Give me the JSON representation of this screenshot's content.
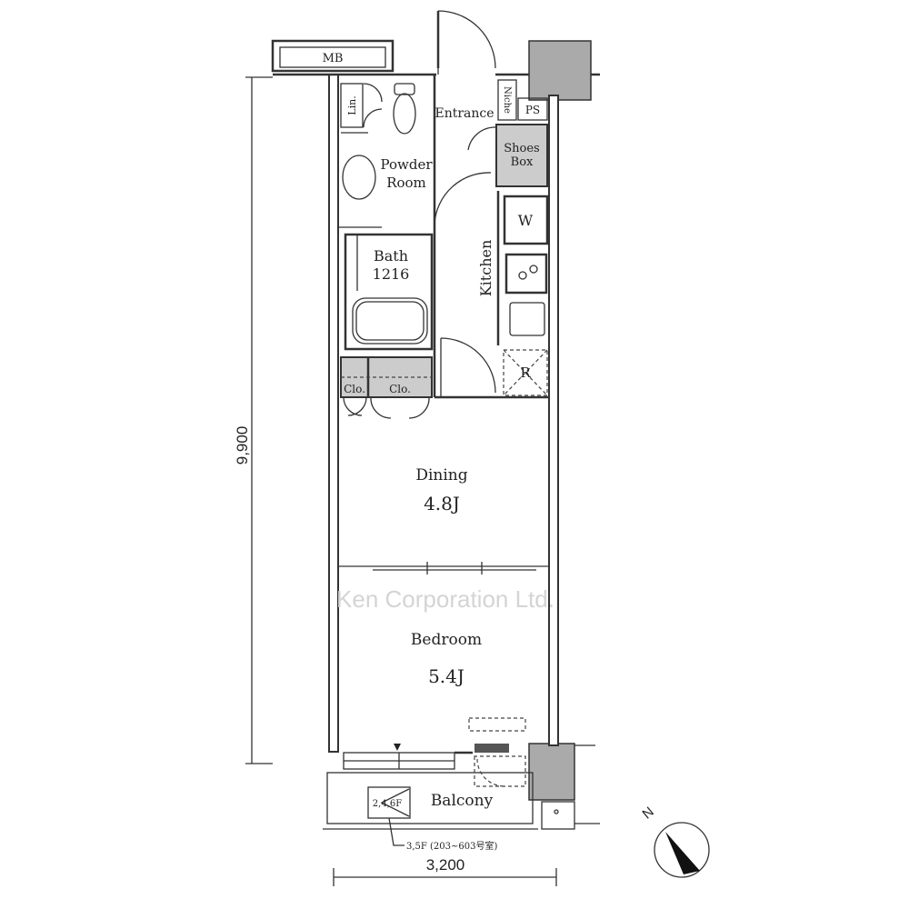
{
  "rooms": {
    "mb": "MB",
    "linen": "Lin.",
    "entrance": "Entrance",
    "niche": "Niche",
    "ps": "PS",
    "shoes_box": [
      "Shoes",
      "Box"
    ],
    "powder_room": [
      "Powder",
      "Room"
    ],
    "bath": [
      "Bath",
      "1216"
    ],
    "washer": "W",
    "kitchen": "Kitchen",
    "refrigerator": "R",
    "closet_1": "Clo.",
    "closet_2": "Clo.",
    "dining": "Dining",
    "dining_size": "4.8J",
    "bedroom": "Bedroom",
    "bedroom_size": "5.4J",
    "balcony": "Balcony",
    "balcony_floor_note": "2,4,6F",
    "balcony_alt_note": "3,5F (203~603号室)"
  },
  "dimensions": {
    "height": "9,900",
    "width": "3,200"
  },
  "compass": {
    "label": "N"
  },
  "watermark": "Ken Corporation Ltd."
}
